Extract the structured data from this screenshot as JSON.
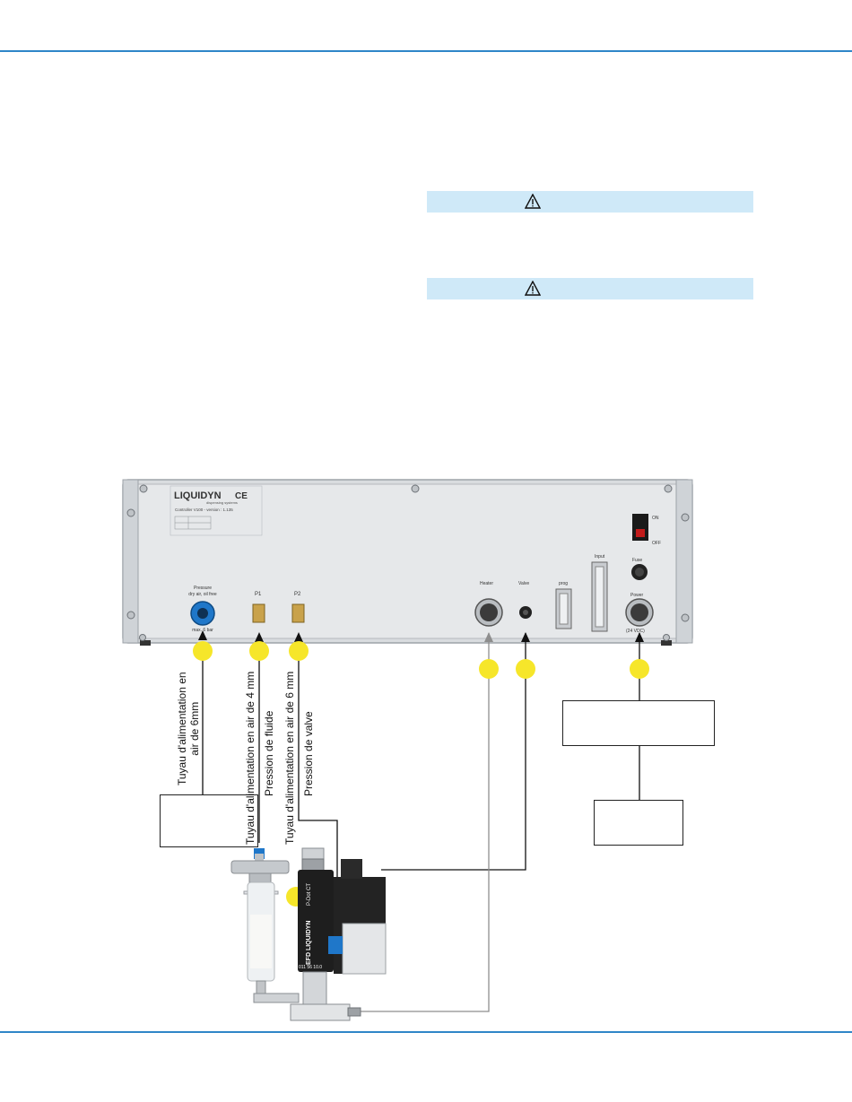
{
  "header_rule_color": "#2f86c8",
  "warning_icon": "warning-triangle-icon",
  "panel": {
    "brand": "LIQUIDYN",
    "brand_tagline": "dispensing systems",
    "ce_mark": "CE",
    "model_line": "Controller V100 - version : 1.135",
    "switch_on": "ON",
    "switch_off": "OFF",
    "fuse_label": "Fuse",
    "input_label": "Input",
    "prog_label": "prog",
    "valve_label": "Valve",
    "heater_label": "Heater",
    "power_label": "Power",
    "power_voltage": "(24 VDC)",
    "pressure_label_1": "Pressure",
    "pressure_label_2": "dry air, oil free",
    "pressure_max": "max. 6 bar",
    "p1_label": "P1",
    "p2_label": "P2"
  },
  "callout_color": "#f6e62a",
  "labels": {
    "air_supply_line1": "Tuyau d'alimentation en",
    "air_supply_line2": "air de 6mm",
    "p1_line1": "Tuyau d'alimentation en air de 4 mm",
    "p1_line2": "Pression de fluide",
    "p2_line1": "Tuyau d'alimentation en air de 6 mm",
    "p2_line2": "Pression de valve"
  },
  "valve": {
    "brand": "EFD LIQUIDYN",
    "model": "P-Dot CT",
    "serial": "011 56 10.0"
  }
}
